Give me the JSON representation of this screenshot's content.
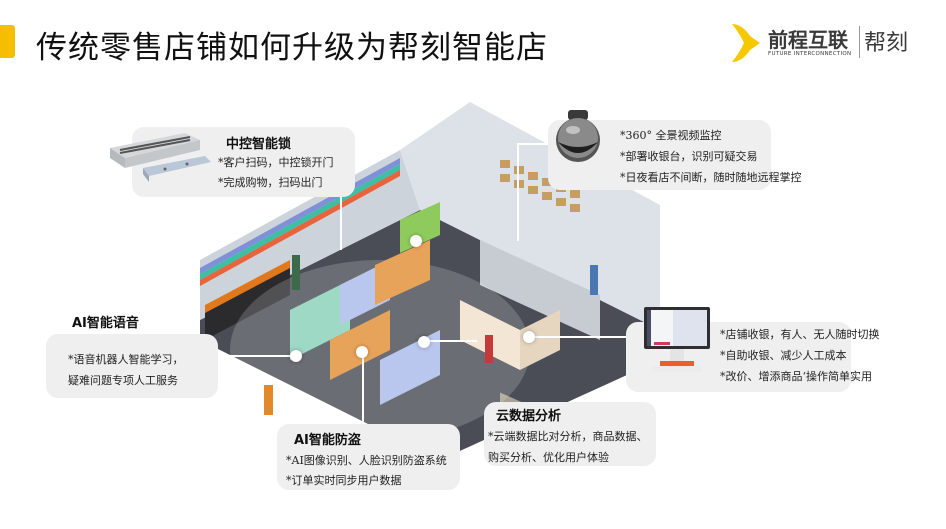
{
  "header": {
    "title": "传统零售店铺如何升级为帮刻智能店",
    "accent_color": "#F5BE00"
  },
  "logo": {
    "company_cn": "前程互联",
    "company_en": "FUTURE INTERCONNECTION",
    "brand": "帮刻",
    "mark_color": "#F5C800"
  },
  "features": {
    "smart_lock": {
      "title": "中控智能锁",
      "lines": [
        "*客户扫码，中控锁开门",
        "*完成购物，扫码出门"
      ],
      "icon": "magnetic-lock-icon"
    },
    "camera": {
      "lines": [
        "*360° 全景视频监控",
        "*部署收银台，识别可疑交易",
        "*日夜看店不间断，随时随地远程掌控"
      ],
      "icon": "dome-camera-icon"
    },
    "ai_voice": {
      "title": "AI智能语音",
      "lines": [
        "*语音机器人智能学习，",
        "疑难问题专项人工服务"
      ]
    },
    "pos": {
      "lines": [
        "*店铺收银，有人、无人随时切换",
        "*自助收银、减少人工成本",
        "*改价、增添商品‘操作简单实用"
      ],
      "icon": "pos-terminal-icon"
    },
    "anti_theft": {
      "title": "AI智能防盗",
      "lines": [
        "*AI图像识别、人脸识别防盗系统",
        "*订单实时同步用户数据"
      ]
    },
    "cloud_data": {
      "title": "云数据分析",
      "lines": [
        "*云端数据比对分析，商品数据、",
        "购买分析、优化用户体验"
      ]
    }
  }
}
